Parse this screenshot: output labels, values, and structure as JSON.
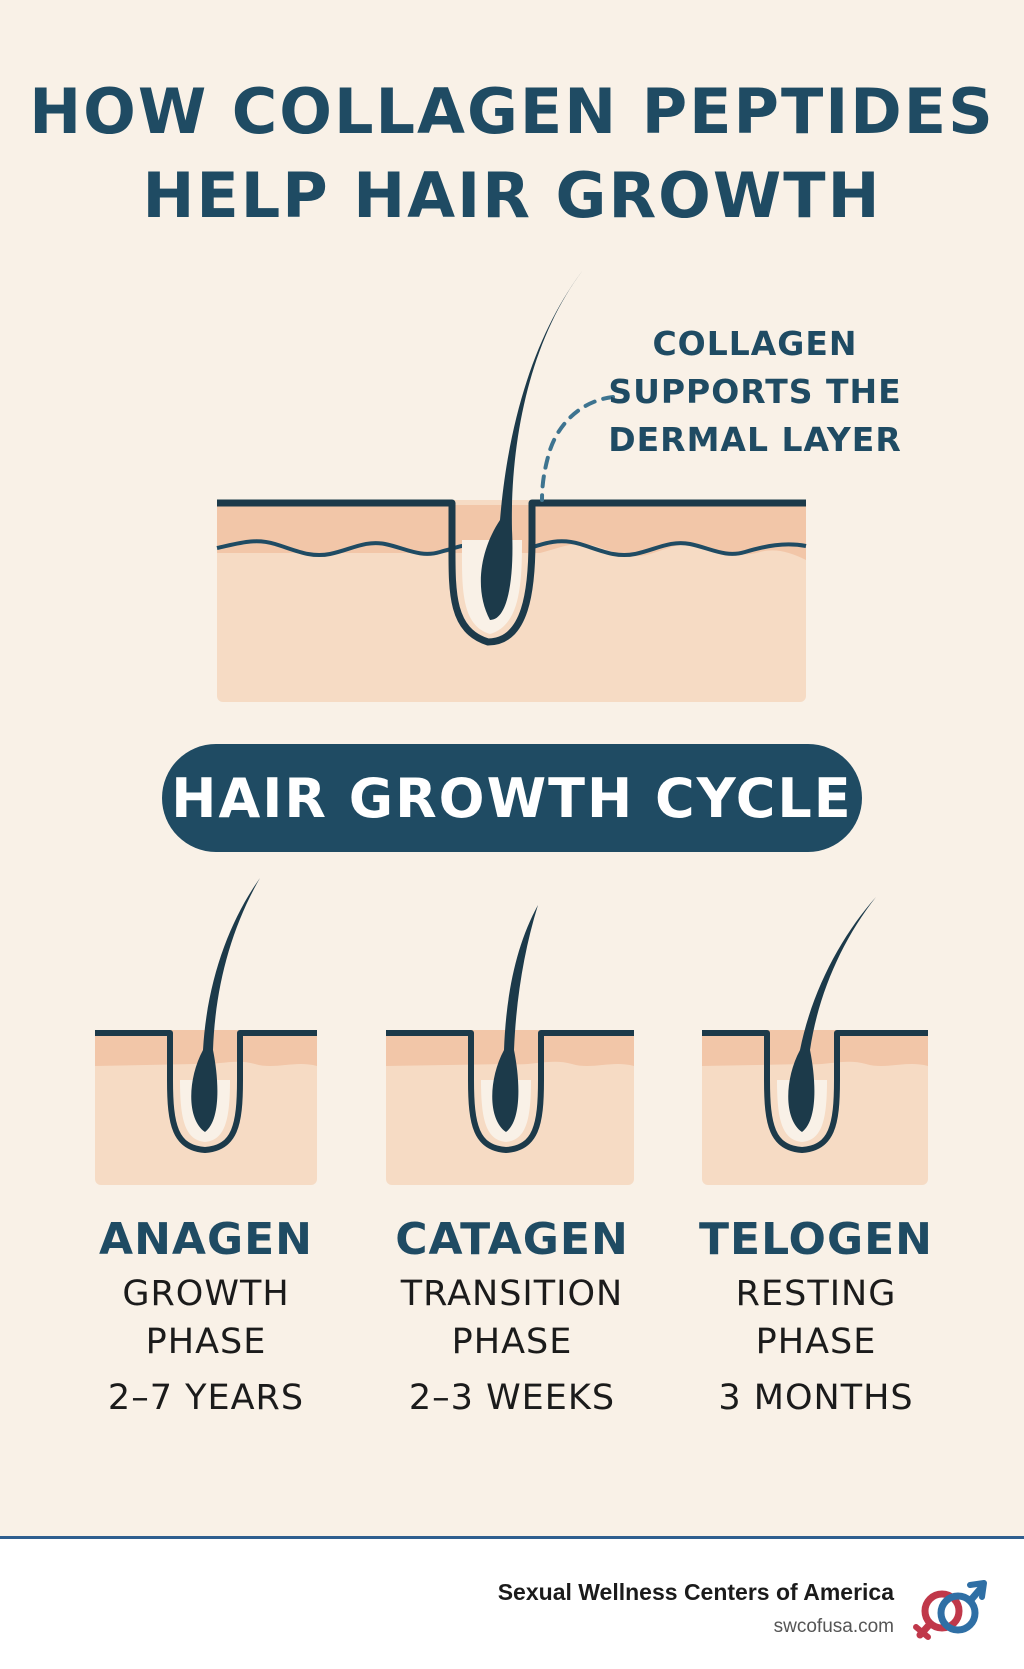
{
  "title": {
    "line1": "HOW COLLAGEN PEPTIDES",
    "line2": "HELP HAIR GROWTH"
  },
  "callout": {
    "line1": "COLLAGEN",
    "line2": "SUPPORTS THE",
    "line3": "DERMAL LAYER"
  },
  "cycle": {
    "label": "HAIR GROWTH CYCLE"
  },
  "phases": [
    {
      "name": "ANAGEN",
      "desc1": "GROWTH",
      "desc2": "PHASE",
      "duration": "2–7 YEARS"
    },
    {
      "name": "CATAGEN",
      "desc1": "TRANSITION",
      "desc2": "PHASE",
      "duration": "2–3 WEEKS"
    },
    {
      "name": "TELOGEN",
      "desc1": "RESTING",
      "desc2": "PHASE",
      "duration": "3 MONTHS"
    }
  ],
  "footer": {
    "brand": "Sexual Wellness Centers of America",
    "url": "swcofusa.com",
    "logo_icon": "gender-symbols-icon"
  },
  "colors": {
    "background": "#f9f1e7",
    "navy": "#1f4b63",
    "skin_top": "#f2c6a8",
    "skin_bottom": "#f6dbc4",
    "hair": "#1c3a4a",
    "footer_rule": "#2f5f8f",
    "logo_red": "#c0384a",
    "logo_blue": "#2f6fa5"
  }
}
